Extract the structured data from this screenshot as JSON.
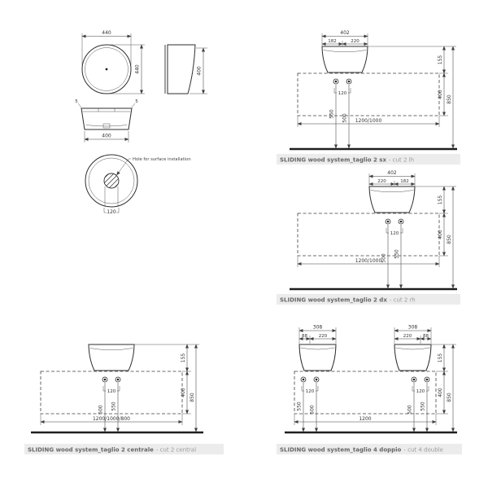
{
  "drawing": {
    "colors": {
      "line": "#3f3f3f",
      "caption_bg": "#ececec",
      "caption_bold": "#676767",
      "caption_light": "#9b9b9b"
    }
  },
  "basin_views": {
    "top_diameter": "440",
    "side_depth": "440",
    "side_height": "400",
    "front_width": "400",
    "rim_left": "5",
    "rim_right": "5",
    "hole_note": "Hole for surface installation",
    "hole_pitch": "120"
  },
  "panel_sx": {
    "caption_bold": "SLIDING wood system_taglio 2 sx",
    "caption_light": "- cut 2 lh",
    "dim_total": "402",
    "dim_sub_a": "182",
    "dim_sub_b": "220",
    "dim_basin_height": "155",
    "dim_cabinet_height": "400",
    "dim_total_height": "850",
    "dim_pipe_a": "550",
    "dim_pipe_b": "500",
    "dim_tap_pitch": "120",
    "dim_width": "1200/1000"
  },
  "panel_dx": {
    "caption_bold": "SLIDING wood system_taglio 2 dx",
    "caption_light": "- cut 2 rh",
    "dim_total": "402",
    "dim_sub_a": "220",
    "dim_sub_b": "182",
    "dim_basin_height": "155",
    "dim_cabinet_height": "400",
    "dim_total_height": "850",
    "dim_pipe_a": "500",
    "dim_pipe_b": "550",
    "dim_tap_pitch": "120",
    "dim_width": "1200/1000"
  },
  "panel_centrale": {
    "caption_bold": "SLIDING wood system_taglio 2 centrale",
    "caption_light": "- cut 2 central",
    "dim_basin_height": "155",
    "dim_cabinet_height": "400",
    "dim_total_height": "850",
    "dim_pipe_a": "500",
    "dim_pipe_b": "550",
    "dim_tap_pitch": "120",
    "dim_width": "1200/1000/800"
  },
  "panel_doppio": {
    "caption_bold": "SLIDING wood system_taglio 4 doppio",
    "caption_light": "- cut 4 double",
    "dim_total_left": "308",
    "dim_sub_left_a": "88",
    "dim_sub_left_b": "220",
    "dim_total_right": "308",
    "dim_sub_right_a": "220",
    "dim_sub_right_b": "88",
    "dim_basin_height": "155",
    "dim_cabinet_height": "400",
    "dim_total_height": "850",
    "dim_pipe_left_a": "550",
    "dim_pipe_left_b": "500",
    "dim_pipe_right_a": "500",
    "dim_pipe_right_b": "550",
    "dim_tap_pitch_left": "120",
    "dim_tap_pitch_right": "120",
    "dim_width": "1200"
  }
}
